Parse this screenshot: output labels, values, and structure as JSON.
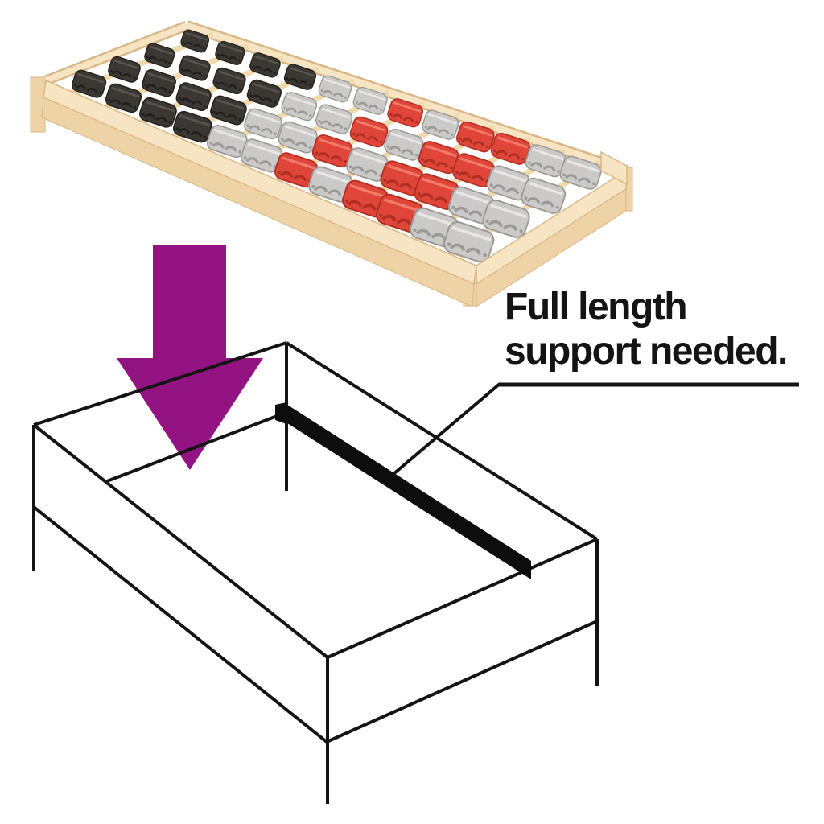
{
  "illustration": {
    "caption_line1": "Full length",
    "caption_line2": "support needed."
  },
  "colors": {
    "background": "#ffffff",
    "outline": "#141414",
    "arrow": "#941383",
    "support_bar": "#0d0d0d",
    "wood_light": "#f7e4c3",
    "wood_mid": "#eed3a6",
    "wood_dark": "#d9b686",
    "slat_wood": "#f1d9ae"
  },
  "bed_base": {
    "zone_pattern": [
      "black",
      "black",
      "black",
      "black",
      "silver",
      "silver",
      "red",
      "silver",
      "red",
      "red",
      "silver",
      "silver"
    ],
    "zones": {
      "black": {
        "base": "#3b3733",
        "detail": "#211f1d",
        "light": "#5a544e"
      },
      "silver": {
        "base": "#cbcac8",
        "detail": "#9b9a97",
        "light": "#e8e7e5"
      },
      "red": {
        "base": "#df4538",
        "detail": "#b02e24",
        "light": "#f07c6c"
      }
    },
    "clusters_per_row": 4
  }
}
